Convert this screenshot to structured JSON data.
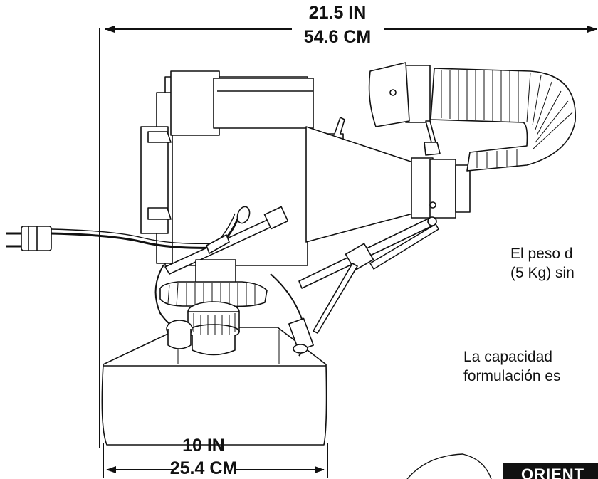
{
  "dimensions": {
    "width_in": "21.5 IN",
    "width_cm": "54.6 CM",
    "base_in": "10 IN",
    "base_cm": "25.4 CM"
  },
  "notes": {
    "weight_line1": "El peso d",
    "weight_line2": "(5 Kg) sin",
    "capacity_line1": "La capacidad",
    "capacity_line2": "formulación es"
  },
  "banner": {
    "label": "ORIENT"
  }
}
